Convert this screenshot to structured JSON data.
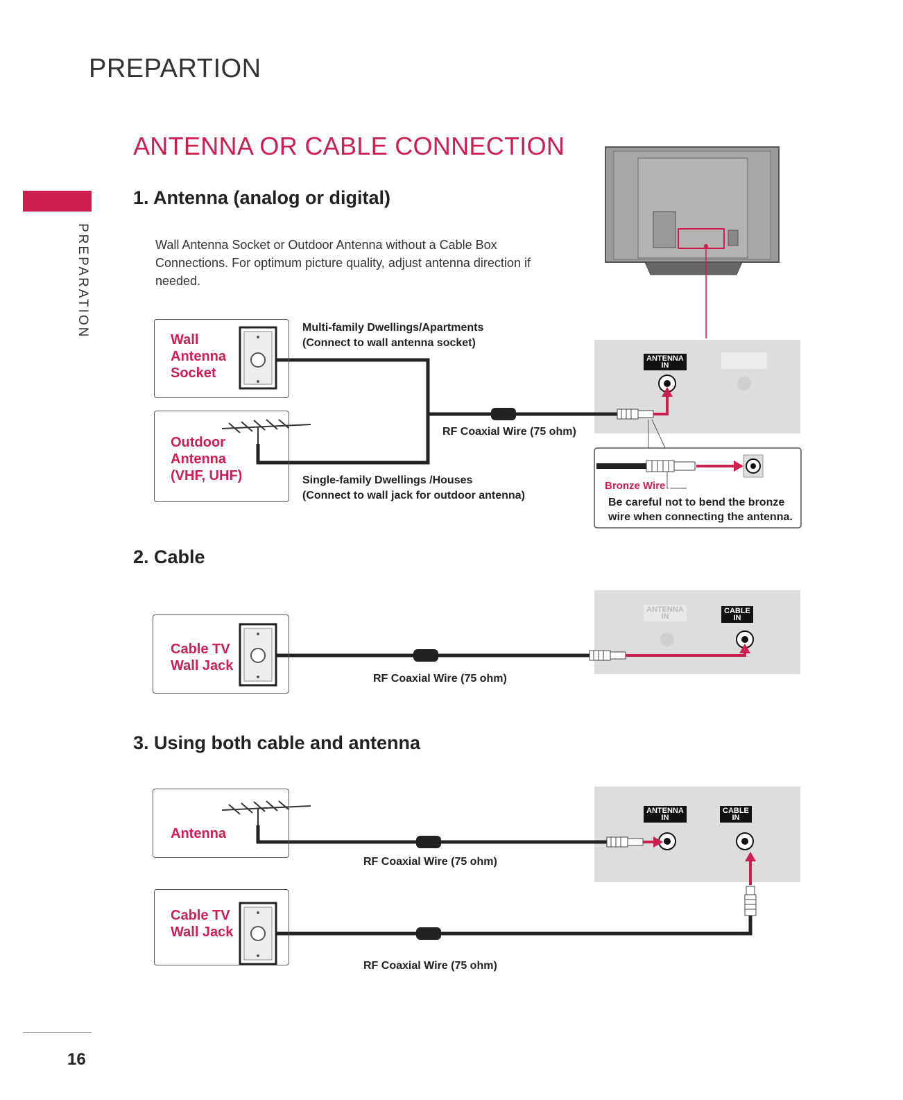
{
  "header": {
    "title": "PREPARTION"
  },
  "side_tab": {
    "label": "PREPARATION"
  },
  "main_title": "ANTENNA OR CABLE CONNECTION",
  "section1": {
    "title": "1. Antenna (analog or digital)",
    "description": "Wall Antenna Socket or Outdoor Antenna without a Cable Box Connections. For optimum picture quality, adjust antenna direction if needed.",
    "wall_socket_label": [
      "Wall",
      "Antenna",
      "Socket"
    ],
    "outdoor_antenna_label": [
      "Outdoor",
      "Antenna",
      "(VHF, UHF)"
    ],
    "multi_family_caption": [
      "Multi-family Dwellings/Apartments",
      "(Connect to wall antenna socket)"
    ],
    "single_family_caption": [
      "Single-family Dwellings /Houses",
      "(Connect to wall jack for outdoor antenna)"
    ],
    "wire_label": "RF Coaxial Wire (75 ohm)",
    "port_antenna": [
      "ANTENNA",
      "IN"
    ],
    "bronze_wire_label": "Bronze Wire",
    "note": "Be careful not to bend the bronze wire when connecting the antenna."
  },
  "section2": {
    "title": "2. Cable",
    "wall_jack_label": [
      "Cable TV",
      "Wall Jack"
    ],
    "wire_label": "RF Coaxial Wire (75 ohm)",
    "port_antenna": [
      "ANTENNA",
      "IN"
    ],
    "port_cable": [
      "CABLE",
      "IN"
    ]
  },
  "section3": {
    "title": "3. Using both cable and antenna",
    "antenna_label": [
      "Antenna"
    ],
    "wall_jack_label": [
      "Cable TV",
      "Wall Jack"
    ],
    "wire_label_1": "RF Coaxial Wire (75 ohm)",
    "wire_label_2": "RF Coaxial Wire (75 ohm)",
    "port_antenna": [
      "ANTENNA",
      "IN"
    ],
    "port_cable": [
      "CABLE",
      "IN"
    ]
  },
  "footer": {
    "page_number": "16"
  },
  "colors": {
    "accent": "#cc1f4f",
    "panel": "#dddddd",
    "wire": "#222222"
  }
}
